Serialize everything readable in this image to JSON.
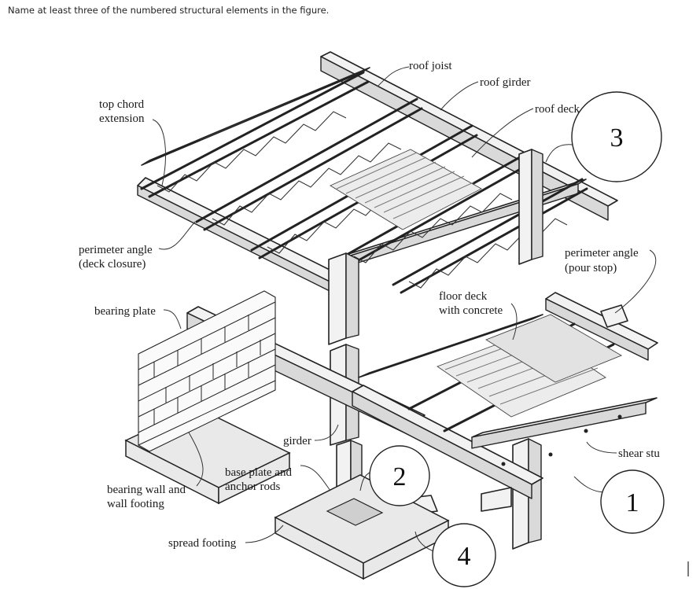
{
  "question": "Name at least three of the numbered structural elements in the figure.",
  "labels": {
    "roof_joist": "roof joist",
    "roof_girder": "roof girder",
    "roof_deck": "roof deck",
    "top_chord_1": "top chord",
    "top_chord_2": "extension",
    "perimeter_deck_1": "perimeter angle",
    "perimeter_deck_2": "(deck closure)",
    "perimeter_pour_1": "perimeter angle",
    "perimeter_pour_2": "(pour stop)",
    "bearing_plate": "bearing plate",
    "floor_deck_1": "floor deck",
    "floor_deck_2": "with concrete",
    "girder": "girder",
    "shear_stud": "shear stu",
    "base_plate_1": "base plate and",
    "base_plate_2": "anchor rods",
    "bearing_wall_1": "bearing wall and",
    "bearing_wall_2": "wall footing",
    "spread_footing": "spread footing"
  },
  "callouts": [
    "3",
    "2",
    "1",
    "4"
  ]
}
